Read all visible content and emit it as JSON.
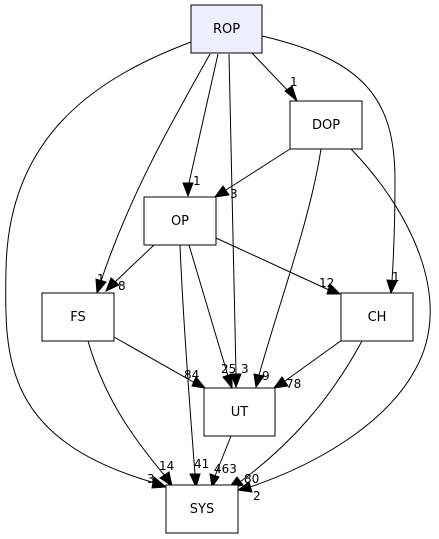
{
  "colors": {
    "root_fill": "#eeeeff",
    "node_fill": "#ffffff",
    "stroke": "#000000"
  },
  "nodes": {
    "ROP": "ROP",
    "DOP": "DOP",
    "OP": "OP",
    "FS": "FS",
    "CH": "CH",
    "UT": "UT",
    "SYS": "SYS"
  },
  "edges": [
    {
      "from": "ROP",
      "to": "DOP",
      "label": "1"
    },
    {
      "from": "ROP",
      "to": "OP",
      "label": "1"
    },
    {
      "from": "ROP",
      "to": "FS",
      "label": "1"
    },
    {
      "from": "ROP",
      "to": "UT",
      "label": "3"
    },
    {
      "from": "ROP",
      "to": "CH",
      "label": "1"
    },
    {
      "from": "ROP",
      "to": "SYS",
      "label": "3"
    },
    {
      "from": "DOP",
      "to": "OP",
      "label": "3"
    },
    {
      "from": "DOP",
      "to": "UT",
      "label": "9"
    },
    {
      "from": "DOP",
      "to": "SYS",
      "label": "2"
    },
    {
      "from": "OP",
      "to": "FS",
      "label": "8"
    },
    {
      "from": "OP",
      "to": "CH",
      "label": "12"
    },
    {
      "from": "OP",
      "to": "UT",
      "label": "25"
    },
    {
      "from": "OP",
      "to": "SYS",
      "label": "41"
    },
    {
      "from": "FS",
      "to": "UT",
      "label": "84"
    },
    {
      "from": "FS",
      "to": "SYS",
      "label": "14"
    },
    {
      "from": "CH",
      "to": "UT",
      "label": "78"
    },
    {
      "from": "CH",
      "to": "SYS",
      "label": "80"
    },
    {
      "from": "UT",
      "to": "SYS",
      "label": "463"
    }
  ]
}
